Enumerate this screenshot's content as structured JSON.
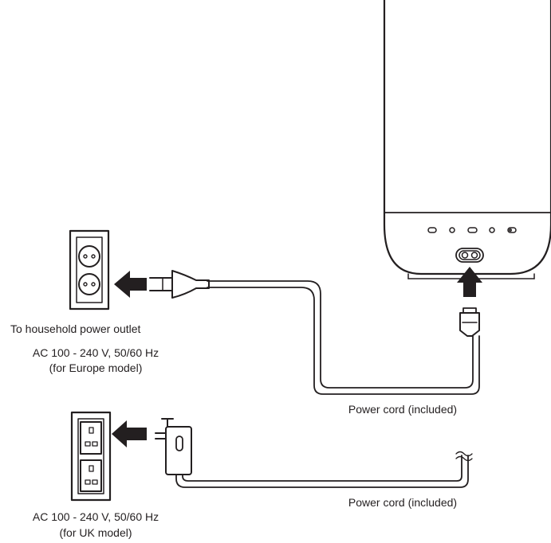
{
  "labels": {
    "eu_outlet_title": "To household power outlet",
    "eu_spec": "AC 100 - 240 V, 50/60 Hz",
    "eu_model": "(for Europe model)",
    "eu_cord": "Power cord (included)",
    "uk_cord": "Power cord (included)",
    "uk_spec": "AC 100 - 240 V, 50/60 Hz",
    "uk_model": "(for UK model)"
  },
  "colors": {
    "line": "#231f20",
    "background": "#ffffff"
  },
  "icons": [
    "eu-wall-outlet-icon",
    "uk-wall-outlet-icon",
    "eu-plug-icon",
    "uk-plug-icon",
    "c7-connector-icon",
    "speaker-unit-icon",
    "insert-arrow-icon"
  ]
}
